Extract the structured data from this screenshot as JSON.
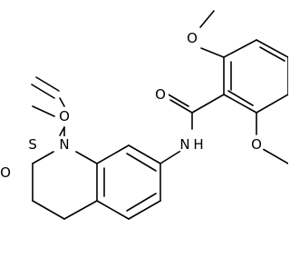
{
  "molecule": {
    "atoms": [
      {
        "id": "O_methoxy_top",
        "label": "O"
      },
      {
        "id": "O_carbonyl",
        "label": "O"
      },
      {
        "id": "O_methoxy_bottom",
        "label": "O"
      },
      {
        "id": "N_amide",
        "label": "N"
      },
      {
        "id": "H_amide",
        "label": "H"
      },
      {
        "id": "O_sulfonyl_top",
        "label": "O"
      },
      {
        "id": "S_sulfonyl",
        "label": "S"
      },
      {
        "id": "O_sulfonyl_bottom",
        "label": "O"
      },
      {
        "id": "N_ring",
        "label": "N"
      }
    ]
  }
}
